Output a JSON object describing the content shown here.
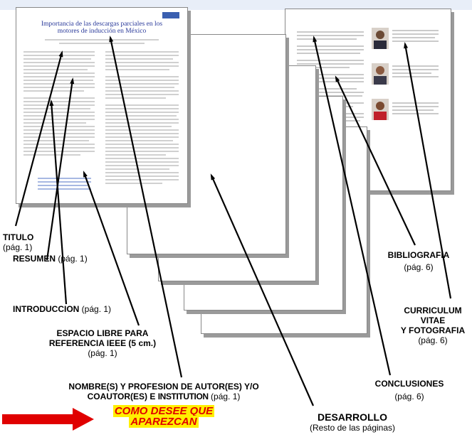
{
  "labels": {
    "titulo": "TITULO",
    "titulo_page": "(pág. 1)",
    "resumen": "RESUMEN",
    "resumen_page": "(pág. 1)",
    "introduccion": "INTRODUCCION",
    "introduccion_page": "(pág. 1)",
    "espacio_line1": "ESPACIO LIBRE PARA",
    "espacio_line2": "REFERENCIA IEEE (5 cm.)",
    "espacio_page": "(pág. 1)",
    "nombre_line1": "NOMBRE(S) Y PROFESION DE AUTOR(ES) Y/O",
    "nombre_line2a": "COAUTOR(ES) E",
    "nombre_line2b": "INSTITUTION",
    "nombre_page": "(pág. 1)",
    "desarrollo": "DESARROLLO",
    "desarrollo_sub": "(Resto de las páginas)",
    "conclusiones": "CONCLUSIONES",
    "conclusiones_page": "(pág. 6)",
    "bibliografia": "BIBLIOGRAFIA",
    "bibliografia_page": "(pág. 6)",
    "curriculum_line1": "CURRICULUM",
    "curriculum_line2": "VITAE",
    "curriculum_line3": "Y FOTOGRAFIA",
    "curriculum_page": "(pág. 6)"
  },
  "callout": {
    "line1": "COMO DESEE QUE",
    "line2": "APAREZCAN"
  },
  "paper_title": {
    "line1": "Importancia de las descargas parciales en los",
    "line2": "motores de inducción en México"
  },
  "colors": {
    "arrow_red": "#e00000",
    "callout_bg": "#ffef00",
    "callout_text": "#e00000",
    "paper_title": "#2a3a9a"
  }
}
